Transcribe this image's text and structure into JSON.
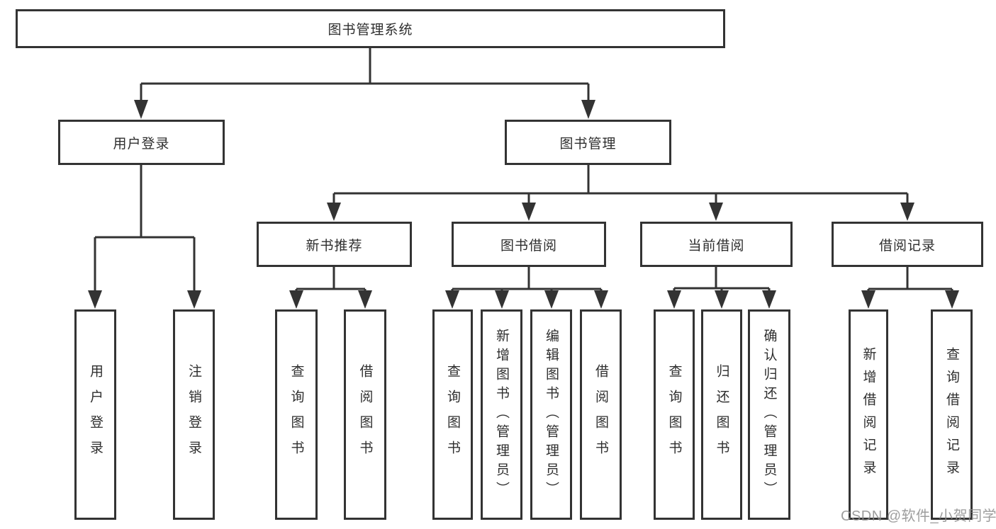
{
  "watermark": "CSDN @软件_小贺同学",
  "colors": {
    "line": "#333333",
    "box_border": "#333333",
    "text": "#2e2e2e",
    "background": "#ffffff",
    "watermark": "#8e8e8e"
  },
  "tree": {
    "label": "图书管理系统",
    "children": [
      {
        "label": "用户登录",
        "children": [
          {
            "label": "用户登录"
          },
          {
            "label": "注销登录"
          }
        ]
      },
      {
        "label": "图书管理",
        "children": [
          {
            "label": "新书推荐",
            "children": [
              {
                "label": "查询图书"
              },
              {
                "label": "借阅图书"
              }
            ]
          },
          {
            "label": "图书借阅",
            "children": [
              {
                "label": "查询图书"
              },
              {
                "label": "新增图书（管理员）"
              },
              {
                "label": "编辑图书（管理员）"
              },
              {
                "label": "借阅图书"
              }
            ]
          },
          {
            "label": "当前借阅",
            "children": [
              {
                "label": "查询图书"
              },
              {
                "label": "归还图书"
              },
              {
                "label": "确认归还（管理员）"
              }
            ]
          },
          {
            "label": "借阅记录",
            "children": [
              {
                "label": "新增借阅记录"
              },
              {
                "label": "查询借阅记录"
              }
            ]
          }
        ]
      }
    ]
  }
}
